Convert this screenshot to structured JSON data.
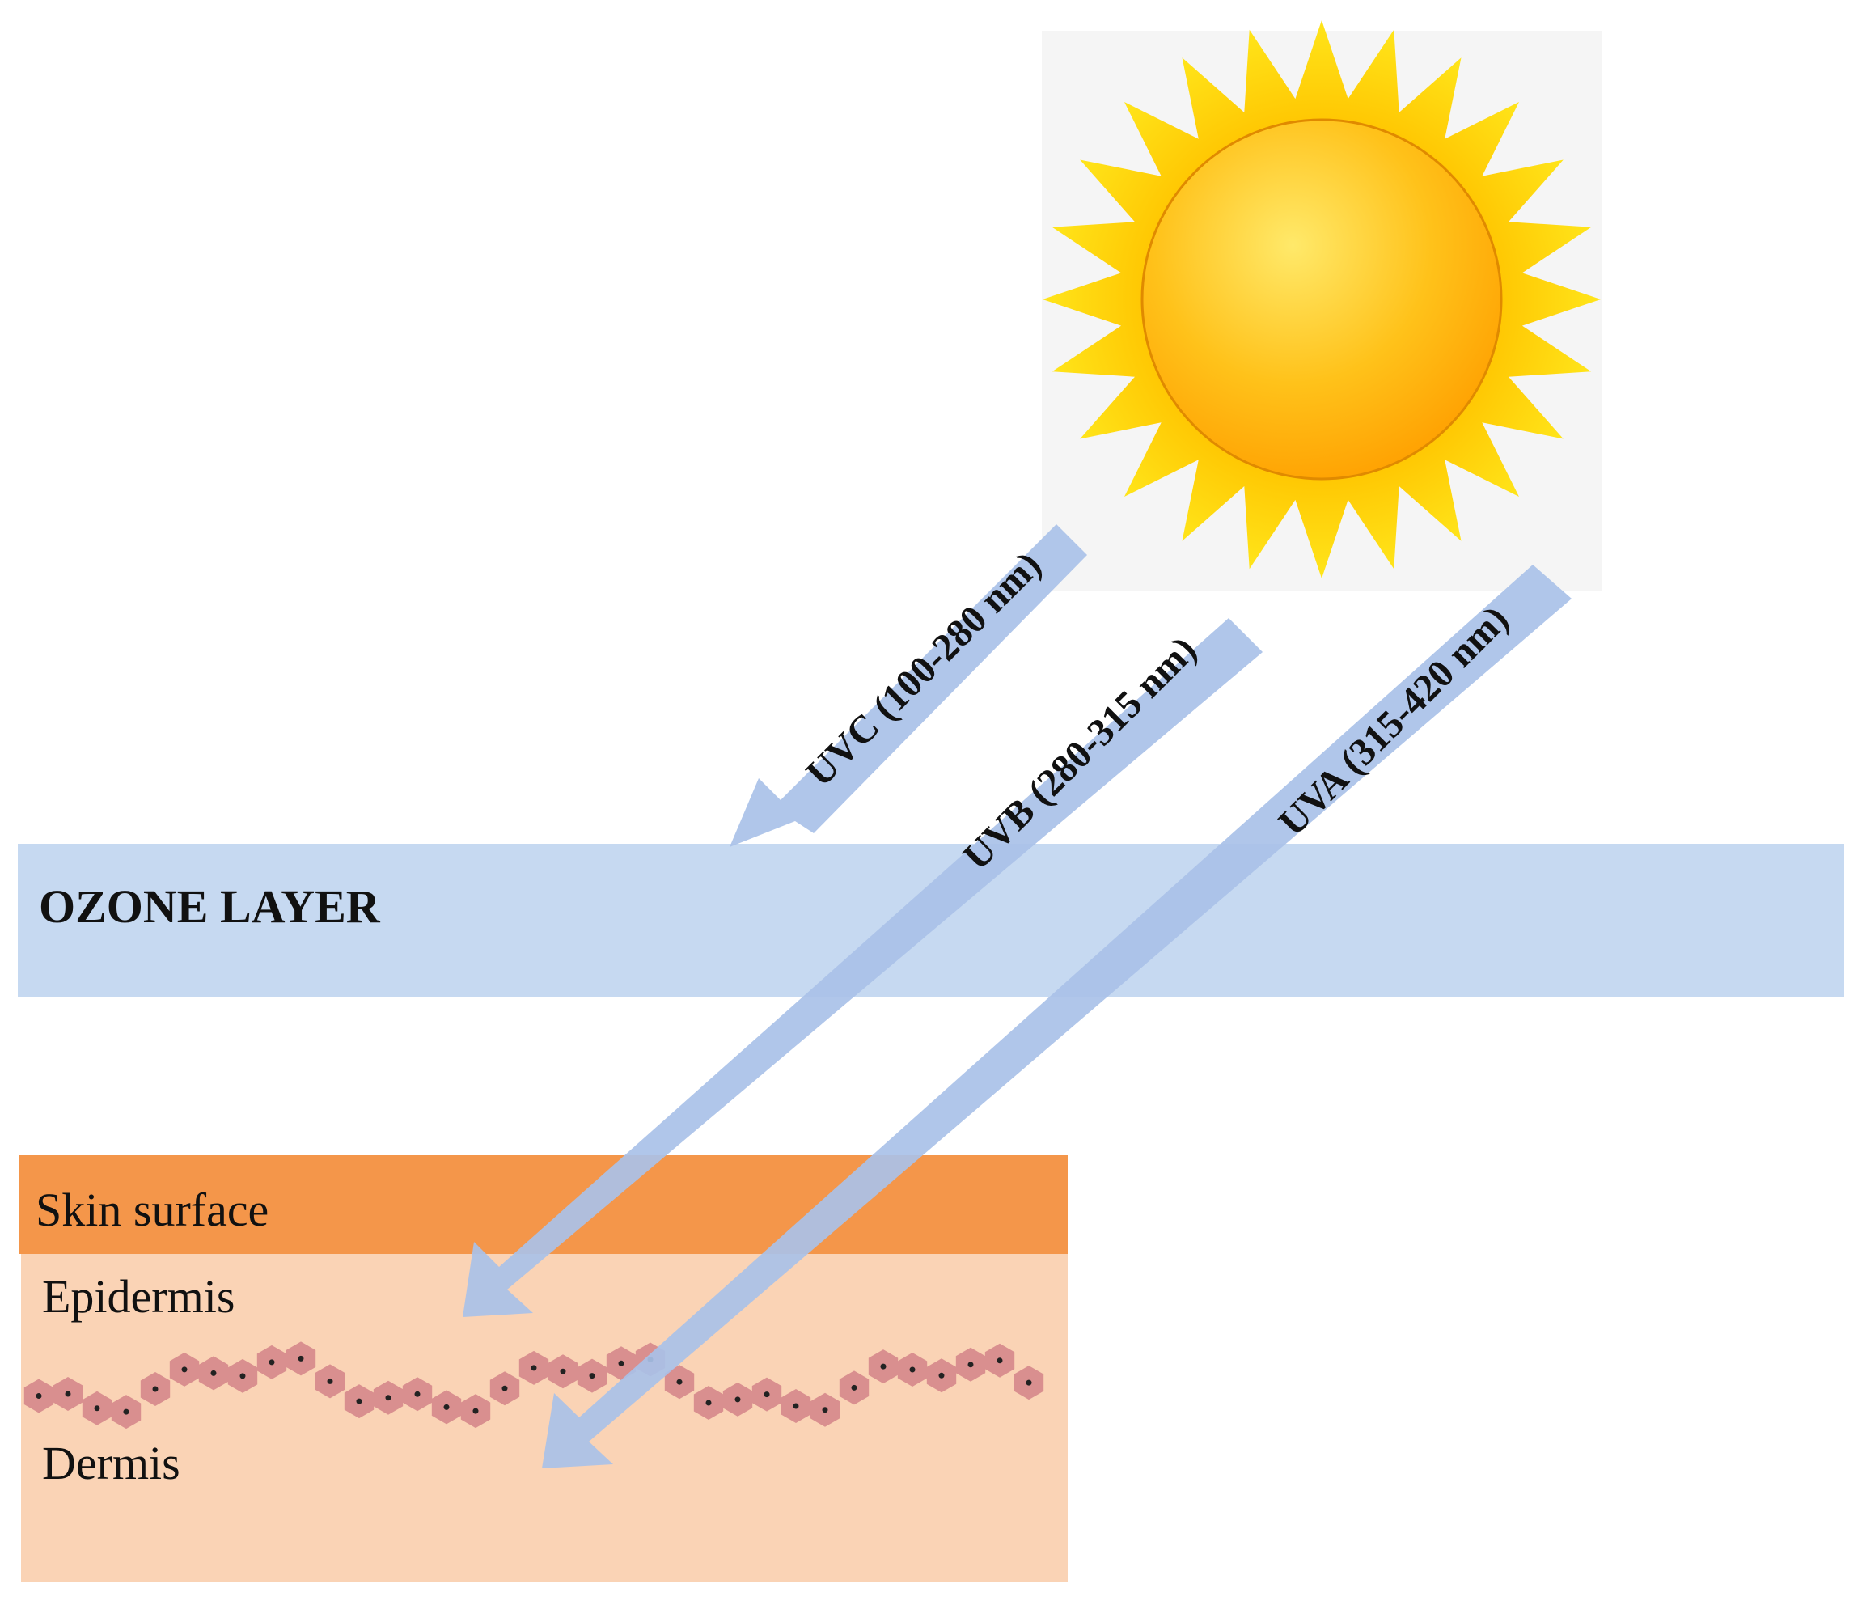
{
  "ozone": {
    "label": "OZONE LAYER",
    "color": "#c6d9f1"
  },
  "skin": {
    "surface_label": "Skin surface",
    "epidermis_label": "Epidermis",
    "dermis_label": "Dermis",
    "surface_color": "#f4964a",
    "tissue_color": "#fad3b5",
    "cell_color": "#d98f8f"
  },
  "rays": [
    {
      "id": "uvc",
      "label": "UVC (100-280 nm)",
      "penetrates_to": "ozone layer"
    },
    {
      "id": "uvb",
      "label": "UVB (280-315 nm)",
      "penetrates_to": "epidermis"
    },
    {
      "id": "uva",
      "label": "UVA (315-420 nm)",
      "penetrates_to": "dermis"
    }
  ],
  "colors": {
    "ray": "#a9c1e8",
    "sun_ray": "#ffd21a",
    "sun_core": "#ffb400",
    "sun_backdrop": "#f5f5f5"
  }
}
